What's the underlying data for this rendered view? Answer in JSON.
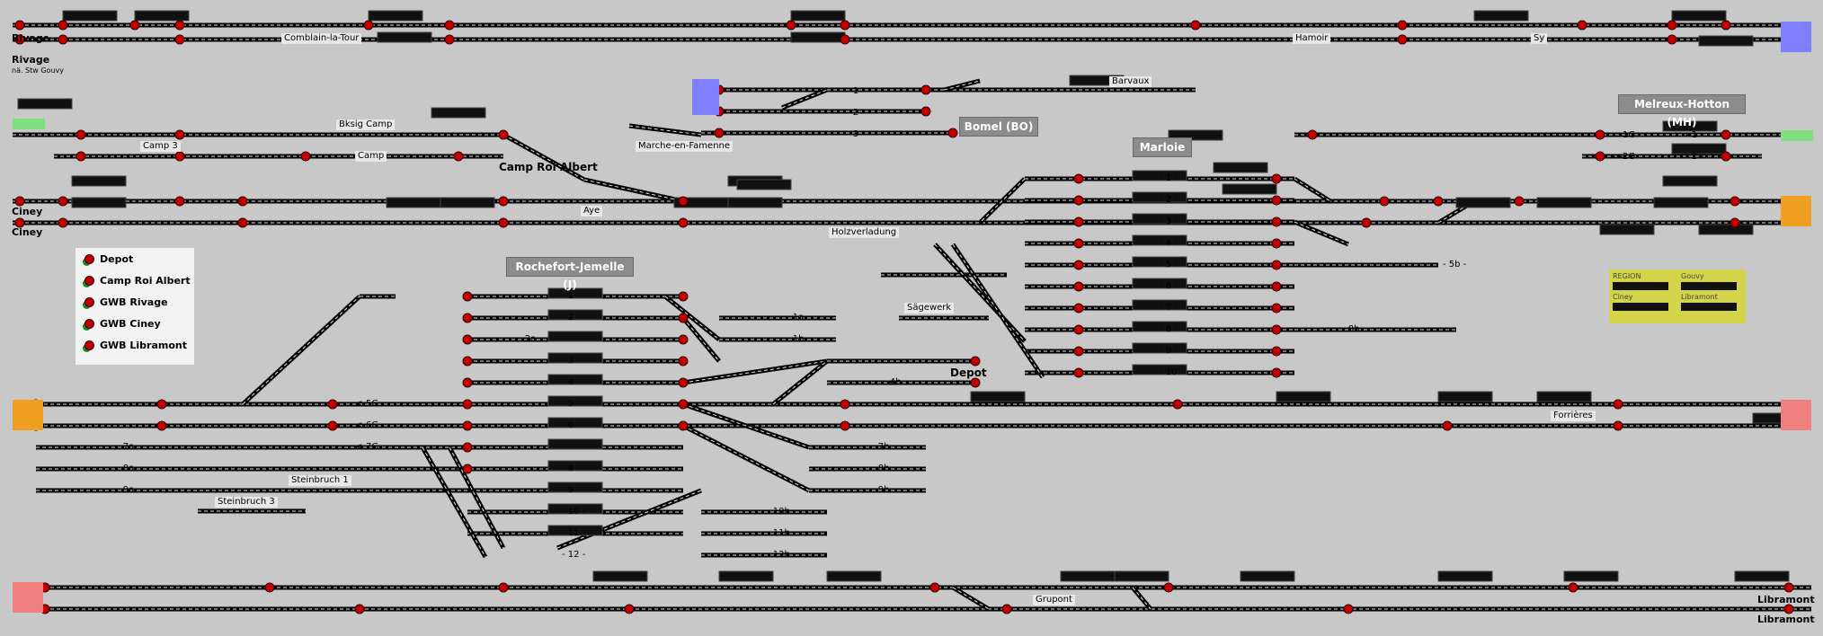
{
  "stations_left": [
    {
      "id": "rivage-1",
      "text": "Rivage"
    },
    {
      "id": "rivage-2",
      "text": "Rivage"
    },
    {
      "id": "rivage-sub",
      "text": "nä. Stw Gouvy"
    },
    {
      "id": "ciney-1",
      "text": "Ciney"
    },
    {
      "id": "ciney-2",
      "text": "Ciney"
    }
  ],
  "stations_right": [
    {
      "id": "libramont-1",
      "text": "Libramont"
    },
    {
      "id": "libramont-2",
      "text": "Libramont"
    }
  ],
  "headers": {
    "bomel": "Bomel (BO)",
    "marloie": "Marloie",
    "melreux": "Melreux-Hotton (MH)",
    "rochefort": "Rochefort-Jemelle (J)"
  },
  "places": {
    "comblain": "Comblain-la-Tour",
    "hamoir": "Hamoir",
    "sy": "Sy",
    "barvaux": "Barvaux",
    "bksig_camp": "Bksig Camp",
    "camp3": "Camp 3",
    "camp": "Camp",
    "camp_roi_albert": "Camp Roi Albert",
    "marche": "Marche-en-Famenne",
    "aye": "Aye",
    "holzverladung": "Holzverladung",
    "saegewerk": "Sägewerk",
    "depot": "Depot",
    "steinbruch1": "Steinbruch 1",
    "steinbruch3": "Steinbruch 3",
    "forrieres": "Forrières",
    "grupont": "Grupont"
  },
  "track_labels": {
    "rochefort": [
      "- 1 -",
      "- 2 -",
      "- 2a -",
      "- 3 -",
      "- 4 -",
      "- 5 -",
      "- 6 -",
      "- 8 -",
      "- 9 -",
      "- 10 -",
      "- 11 -",
      "- 12 -"
    ],
    "rochefort_left": [
      "<-5G",
      "<-6G",
      "<-7G",
      "- 7a -",
      "- 8a -",
      "- 9a -"
    ],
    "rochefort_right": [
      "- 1a -",
      "- 1b -",
      "- 4b -",
      "- 7b -",
      "- 8b -",
      "- 9b -",
      "- 10b -",
      "- 11b -",
      "- 12b -"
    ],
    "marloie": [
      "- 1 -",
      "- 2 -",
      "- 3 -",
      "- 4 -",
      "- 5 -",
      "- 6 -",
      "- 7 -",
      "- 8 -",
      "- 9 -",
      "- 10 -"
    ],
    "marloie_right": [
      "- 5b -",
      "- 8b -"
    ],
    "bomel": [
      "- 1 -",
      "- 2 -",
      "- 3 -"
    ],
    "melreux": [
      "<-1G",
      "- 1 -",
      "<-2G",
      "- 2 -"
    ]
  },
  "legend": [
    "Depot",
    "Camp Roi Albert",
    "GWB Rivage",
    "GWB Ciney",
    "GWB Libramont"
  ],
  "region_panel": {
    "region": "REGION",
    "gouvy": "Gouvy",
    "ciney": "Ciney",
    "libramont": "Libramont"
  },
  "colors": {
    "background": "#c8c8c8",
    "track": "#000000",
    "track_highlight": "#e6e6e6",
    "signal_red": "#c00000",
    "signal_green": "#1a8a1a",
    "end_blue": "#8080ff",
    "end_orange": "#f0a020",
    "end_pink": "#f08080",
    "end_green": "#80e080",
    "region_yellow": "#d4d44a"
  }
}
